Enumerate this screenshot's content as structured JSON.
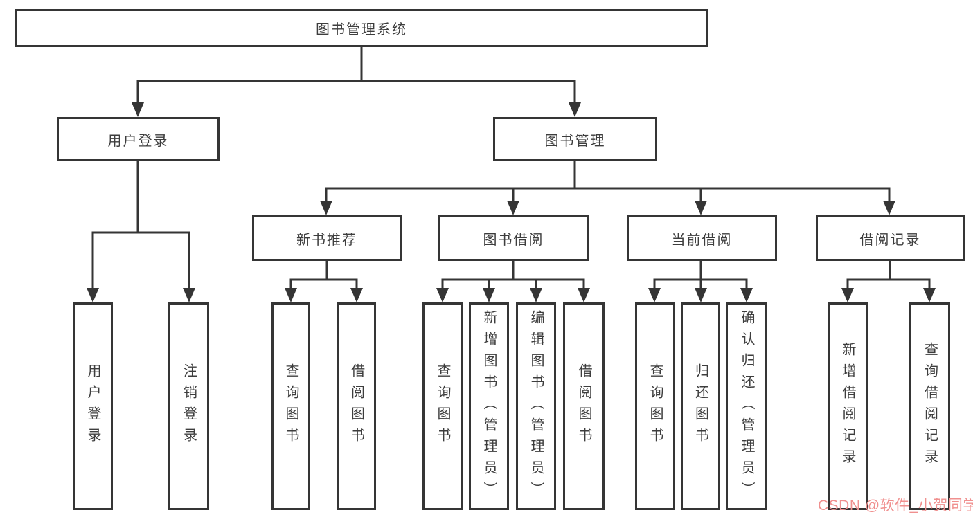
{
  "nodes": {
    "root": "图书管理系统",
    "user_login": "用户登录",
    "book_mgmt": "图书管理",
    "new_book_rec": "新书推荐",
    "book_borrow": "图书借阅",
    "current_borrow": "当前借阅",
    "borrow_record": "借阅记录"
  },
  "leaves": {
    "user_login": [
      "用户登录",
      "注销登录"
    ],
    "new_book_rec": [
      "查询图书",
      "借阅图书"
    ],
    "book_borrow": [
      "查询图书",
      "新增图书（管理员）",
      "编辑图书（管理员）",
      "借阅图书"
    ],
    "current_borrow": [
      "查询图书",
      "归还图书",
      "确认归还（管理员）"
    ],
    "borrow_record": [
      "新增借阅记录",
      "查询借阅记录"
    ]
  },
  "watermark": "CSDN @软件_小贺同学",
  "colors": {
    "line": "#353535",
    "text": "#3d3d3d",
    "watermark": "#f0908f",
    "background": "#ffffff"
  }
}
